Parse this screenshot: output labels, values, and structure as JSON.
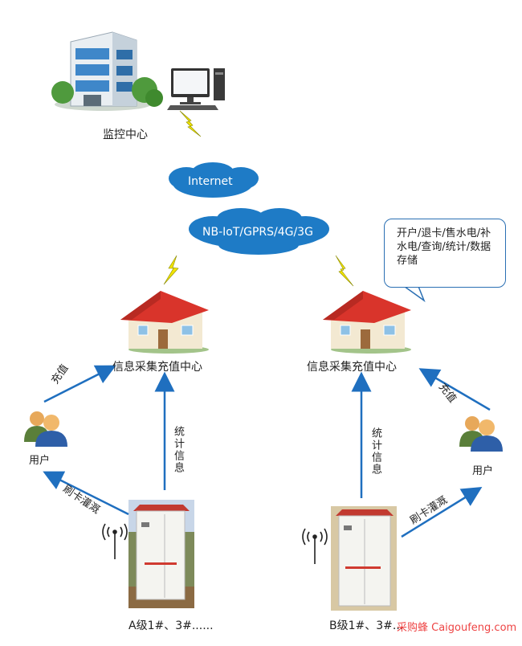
{
  "monitor_center": {
    "label": "监控中心"
  },
  "networks": {
    "internet": "Internet",
    "wireless": "NB-IoT/GPRS/4G/3G"
  },
  "info_center_left": {
    "label": "信息采集充值中心"
  },
  "info_center_right": {
    "label": "信息采集充值中心"
  },
  "functions_bubble": {
    "text": "开户/退卡/售水电/补水电/查询/统计/数据存储"
  },
  "left_side": {
    "user_label": "用户",
    "recharge_label": "充值",
    "stats_label": "统计信息",
    "swipe_label": "刷卡灌溉",
    "station_label": "A级1#、3#......"
  },
  "right_side": {
    "user_label": "用户",
    "recharge_label": "充值",
    "stats_label": "统计信息",
    "swipe_label": "刷卡灌溉",
    "station_label": "B级1#、3#..."
  },
  "watermark": "采购蜂 Caigoufeng.com",
  "colors": {
    "arrow": "#1f6fbf",
    "cloud": "#1e7bc6",
    "roof": "#d9342b",
    "lightning": "#f2e400"
  }
}
